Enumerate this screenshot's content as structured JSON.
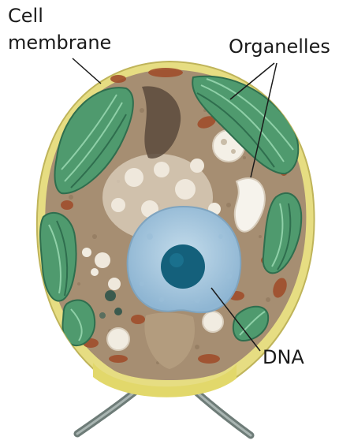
{
  "labels": {
    "cell_membrane_line1": "Cell",
    "cell_membrane_line2": "membrane",
    "organelles": "Organelles",
    "dna": "DNA"
  },
  "colors": {
    "membrane": "#e6dd82",
    "cytoplasm": "#a68e72",
    "chloroplast": "#4f9a6e",
    "nucleus": "#a9c6dd",
    "nucleolus": "#14607b",
    "vacuole": "#f1ece1",
    "mitochondria": "#a04e2c"
  }
}
